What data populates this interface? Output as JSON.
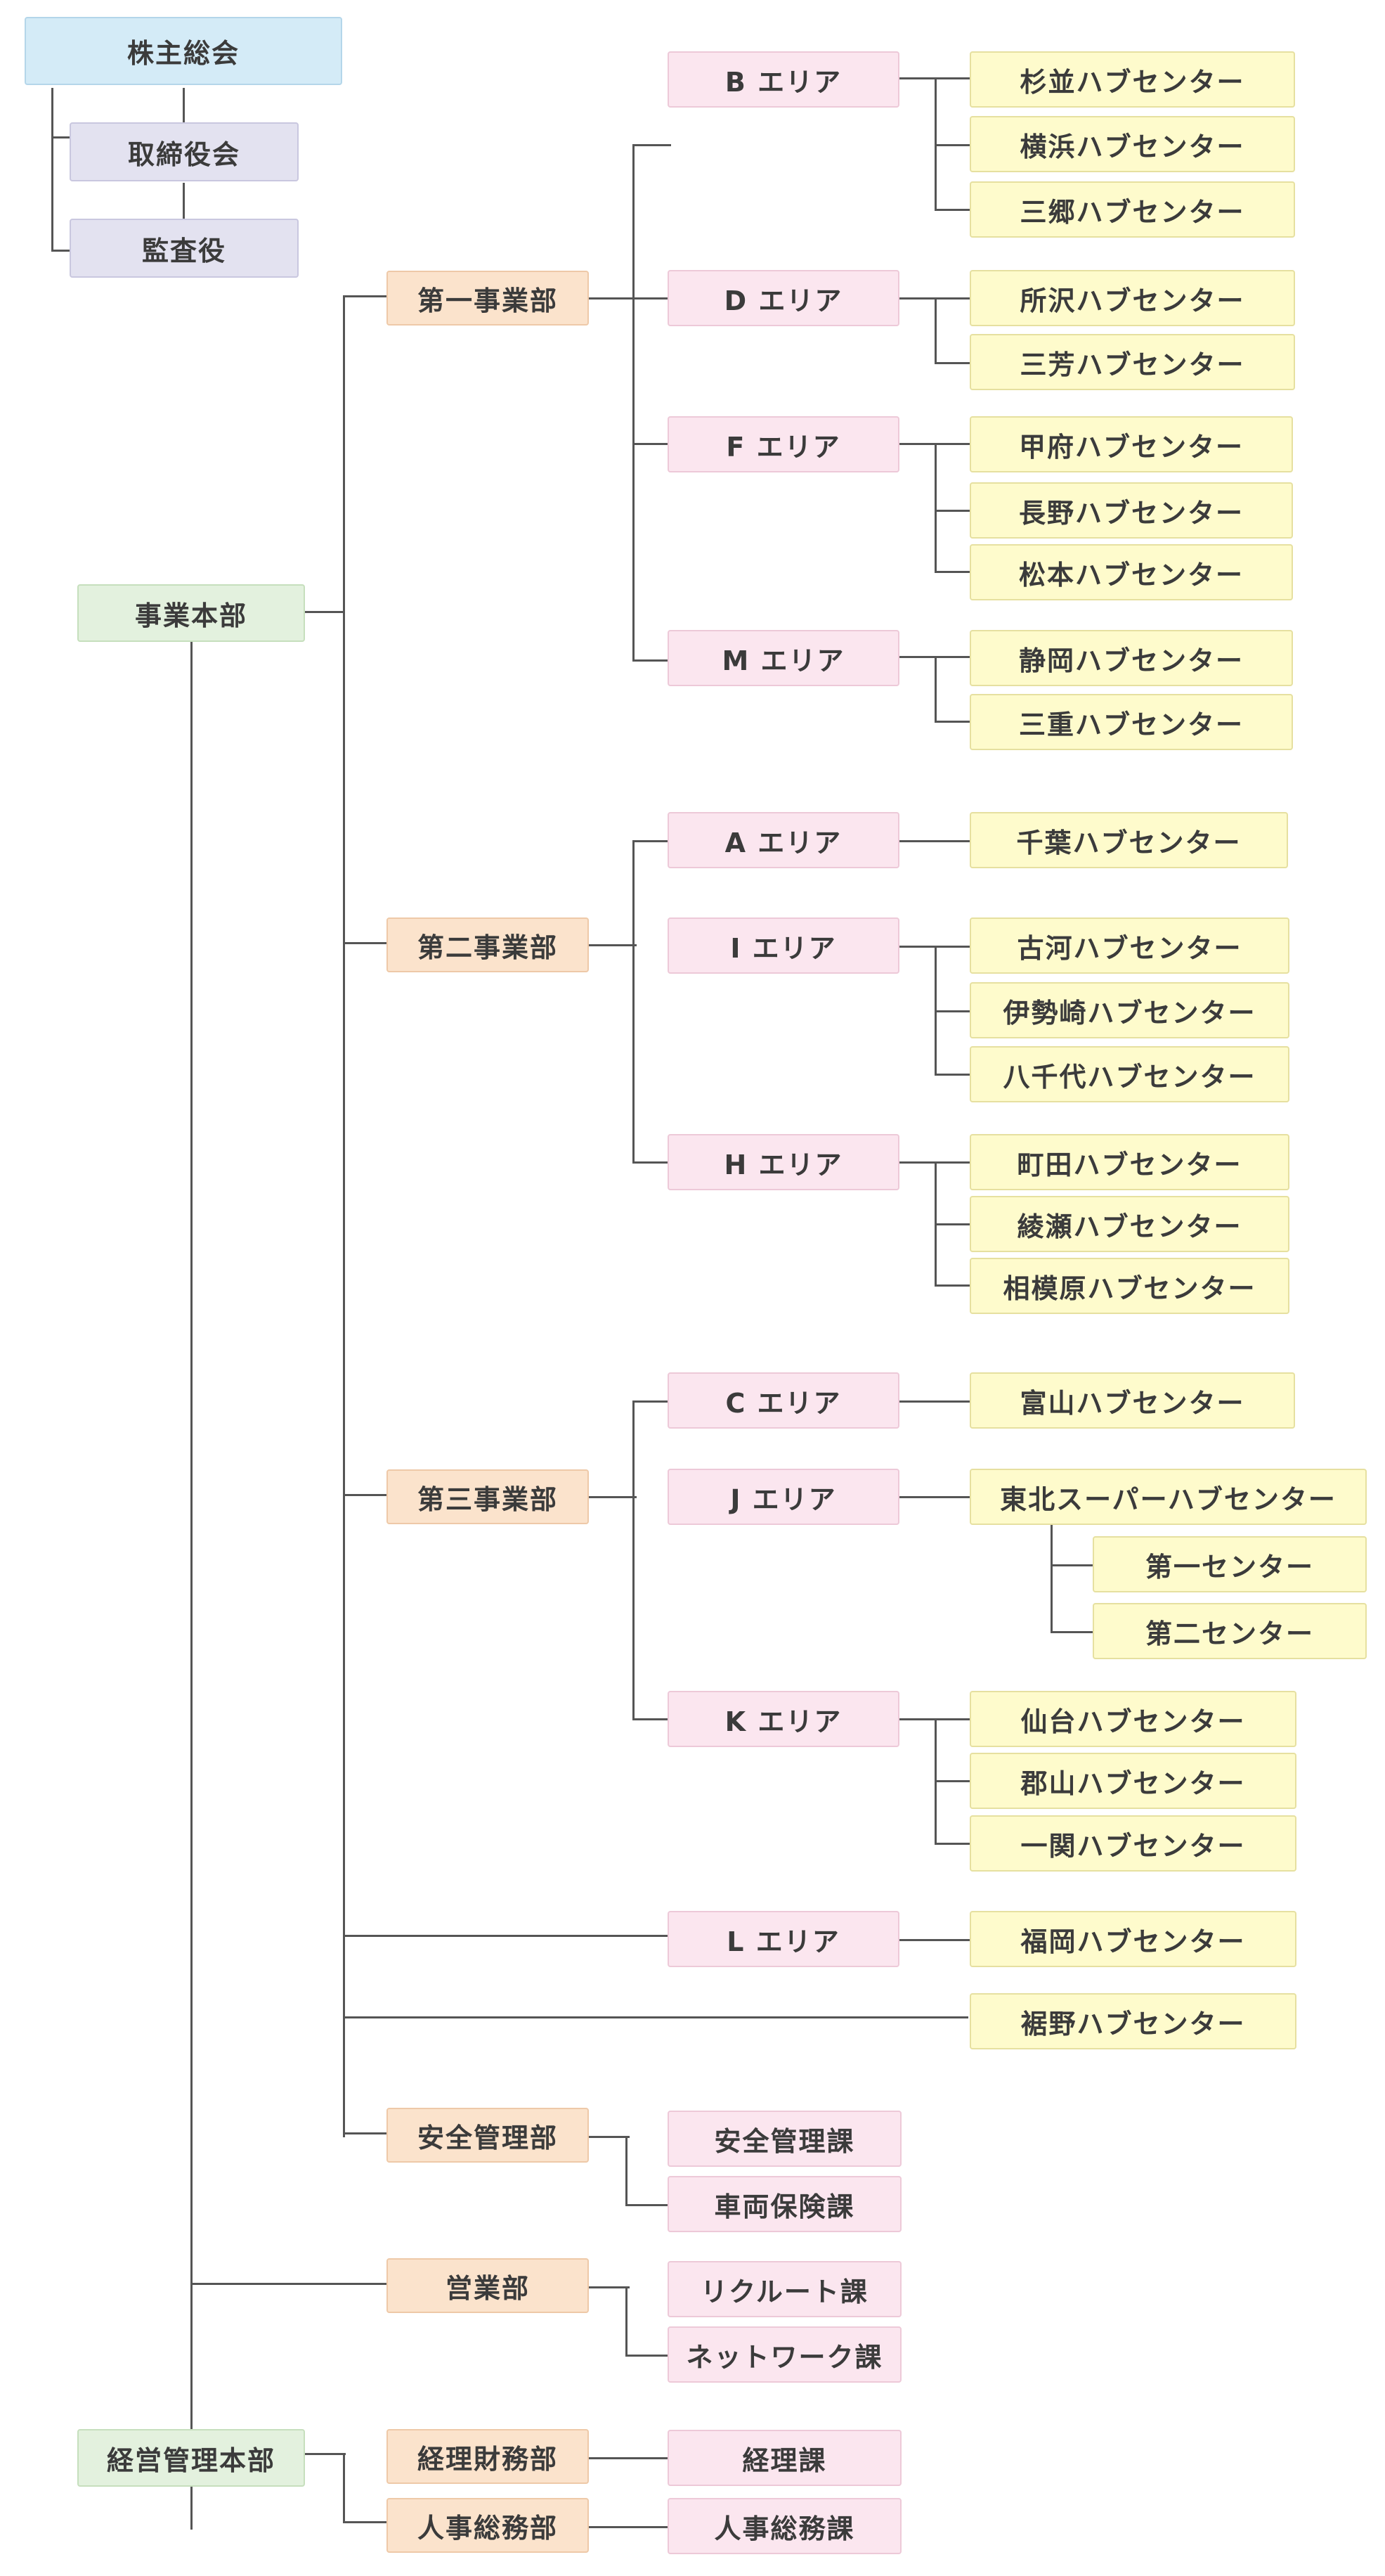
{
  "org": {
    "shareholders": "株主総会",
    "board": "取締役会",
    "auditor": "監査役",
    "hq_business": "事業本部",
    "hq_management": "経営管理本部",
    "div1": {
      "name": "第一事業部",
      "area_b": "B エリア",
      "b1": "杉並ハブセンター",
      "b2": "横浜ハブセンター",
      "b3": "三郷ハブセンター",
      "area_d": "D エリア",
      "d1": "所沢ハブセンター",
      "d2": "三芳ハブセンター",
      "area_f": "F エリア",
      "f1": "甲府ハブセンター",
      "f2": "長野ハブセンター",
      "f3": "松本ハブセンター",
      "area_m": "M エリア",
      "m1": "静岡ハブセンター",
      "m2": "三重ハブセンター"
    },
    "div2": {
      "name": "第二事業部",
      "area_a": "A エリア",
      "a1": "千葉ハブセンター",
      "area_i": "I エリア",
      "i1": "古河ハブセンター",
      "i2": "伊勢崎ハブセンター",
      "i3": "八千代ハブセンター",
      "area_h": "H エリア",
      "h1": "町田ハブセンター",
      "h2": "綾瀬ハブセンター",
      "h3": "相模原ハブセンター"
    },
    "div3": {
      "name": "第三事業部",
      "area_c": "C エリア",
      "c1": "富山ハブセンター",
      "area_j": "J エリア",
      "j1": "東北スーパーハブセンター",
      "j1a": "第一センター",
      "j1b": "第二センター",
      "area_k": "K エリア",
      "k1": "仙台ハブセンター",
      "k2": "郡山ハブセンター",
      "k3": "一関ハブセンター"
    },
    "area_l": "L エリア",
    "l1": "福岡ハブセンター",
    "susono": "裾野ハブセンター",
    "safety": {
      "name": "安全管理部",
      "s1": "安全管理課",
      "s2": "車両保険課"
    },
    "sales": {
      "name": "営業部",
      "s1": "リクルート課",
      "s2": "ネットワーク課"
    },
    "accounting": {
      "name": "経理財務部",
      "s1": "経理課"
    },
    "hr": {
      "name": "人事総務部",
      "s1": "人事総務課"
    }
  }
}
